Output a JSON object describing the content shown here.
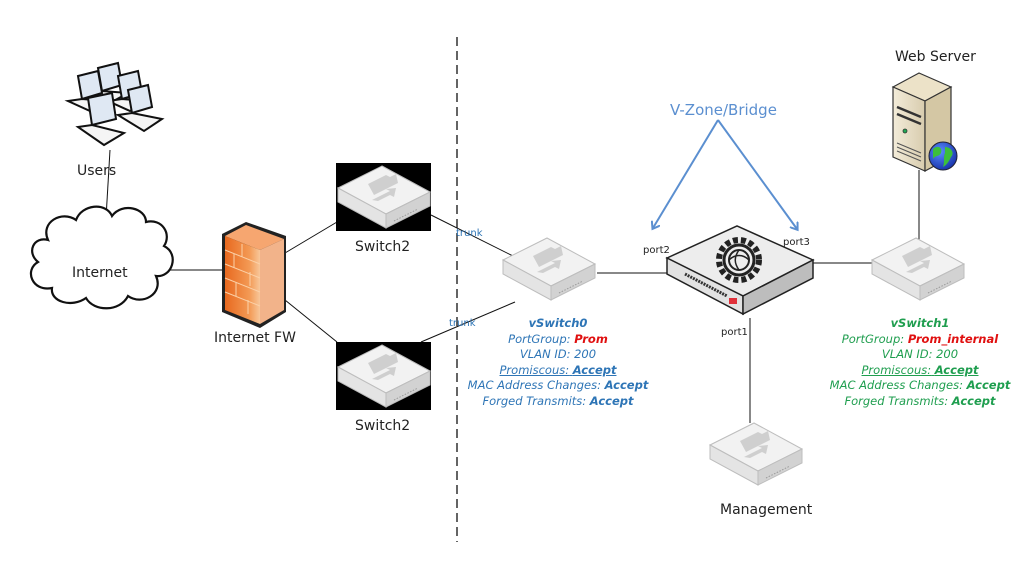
{
  "diagram": {
    "nodes": {
      "users": {
        "label": "Users",
        "icon": "laptops-icon"
      },
      "internet": {
        "label": "Internet",
        "icon": "cloud-icon"
      },
      "firewall": {
        "label": "Internet FW",
        "icon": "firewall-icon"
      },
      "switch_top": {
        "label": "Switch2",
        "icon": "switch-icon"
      },
      "switch_bottom": {
        "label": "Switch2",
        "icon": "switch-icon"
      },
      "vswitch0": {
        "icon": "switch-icon"
      },
      "fortigate": {
        "icon": "fortigate-appliance-icon"
      },
      "vswitch1": {
        "icon": "switch-icon"
      },
      "web_server": {
        "label": "Web Server",
        "icon": "server-icon"
      },
      "management": {
        "label": "Management",
        "icon": "switch-icon"
      }
    },
    "links": {
      "trunk_top": "trunk",
      "trunk_bottom": "trunk",
      "port1": "port1",
      "port2": "port2",
      "port3": "port3"
    },
    "annotation": {
      "vzone": "V-Zone/Bridge"
    },
    "vswitch0_info": {
      "title": "vSwitch0",
      "portgroup_label": "PortGroup:",
      "portgroup_value": "Prom",
      "vlan": "VLAN ID: 200",
      "promiscuous_label": "Promiscous:",
      "promiscuous_value": "Accept",
      "mac_label": "MAC Address Changes:",
      "mac_value": "Accept",
      "forged_label": "Forged Transmits:",
      "forged_value": "Accept"
    },
    "vswitch1_info": {
      "title": "vSwitch1",
      "portgroup_label": "PortGroup:",
      "portgroup_value": "Prom_internal",
      "vlan": "VLAN ID: 200",
      "promiscuous_label": "Promiscous:",
      "promiscuous_value": "Accept",
      "mac_label": "MAC Address Changes:",
      "mac_value": "Accept",
      "forged_label": "Forged Transmits:",
      "forged_value": "Accept"
    },
    "colors": {
      "vswitch0_text": "#2e75b6",
      "vswitch1_text": "#1f9e4f",
      "portgroup_value": "#e01010",
      "firewall": "#f07a2e",
      "vzone_arrows": "#5b8fd0"
    }
  }
}
